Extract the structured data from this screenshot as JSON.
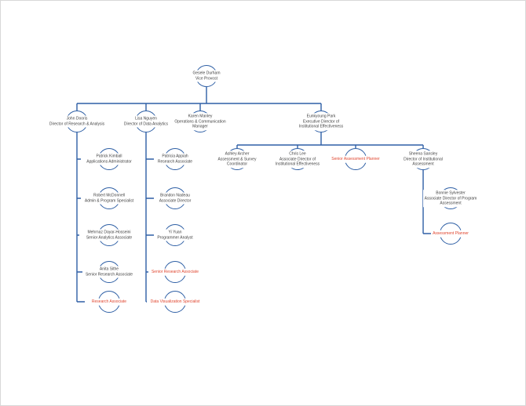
{
  "document": {
    "type_label": "organizational chart",
    "colors": {
      "line_blue": "#2e5fa5",
      "vacant_red": "#e0462f",
      "text": "#3f3f3f"
    }
  },
  "nodes": [
    {
      "id": "root",
      "name": "Gesele Durham",
      "title": "Vice Provost",
      "vacant": false
    },
    {
      "id": "dooris",
      "name": "John Dooris",
      "title": "Director of Research & Analysis",
      "vacant": false
    },
    {
      "id": "nguyen",
      "name": "Lisa Nguyen",
      "title": "Director of Data Analytics",
      "vacant": false
    },
    {
      "id": "manley",
      "name": "Karen Manley",
      "title": "Operations & Communication Manager",
      "vacant": false
    },
    {
      "id": "park",
      "name": "Eunkyoung Park",
      "title": "Executive Director of Institutional Effectiveness",
      "vacant": false
    },
    {
      "id": "kimball",
      "name": "Patrick Kimball",
      "title": "Applications Administrator",
      "vacant": false
    },
    {
      "id": "mcdonnell",
      "name": "Robert McDonnell",
      "title": "Admin & Program Specialist",
      "vacant": false
    },
    {
      "id": "hosseini",
      "name": "Mehrnaz Dayar-Hosseini",
      "title": "Senior Analytics Associate",
      "vacant": false
    },
    {
      "id": "sithe",
      "name": "Anita Sithe",
      "title": "Senior Research Associate",
      "vacant": false
    },
    {
      "id": "vacresearch",
      "name": "",
      "title": "Research Associate",
      "vacant": true
    },
    {
      "id": "appiah",
      "name": "Patricia Appiah",
      "title": "Research Associate",
      "vacant": false
    },
    {
      "id": "nadeau",
      "name": "Brandon Nadeau",
      "title": "Associate Director",
      "vacant": false
    },
    {
      "id": "yuan",
      "name": "Yi Yuan",
      "title": "Programmer Analyst",
      "vacant": false
    },
    {
      "id": "vacsenior",
      "name": "",
      "title": "Senior Research Associate",
      "vacant": true
    },
    {
      "id": "vacdataviz",
      "name": "",
      "title": "Data Visualization Specialist",
      "vacant": true
    },
    {
      "id": "archer",
      "name": "Ashley Archer",
      "title": "Assessment & Survey Coordinator",
      "vacant": false
    },
    {
      "id": "lee",
      "name": "Chris Lee",
      "title": "Associate Director of Institutional Effectiveness",
      "vacant": false
    },
    {
      "id": "vacplanner",
      "name": "",
      "title": "Senior Assessment Planner",
      "vacant": true
    },
    {
      "id": "sansley",
      "name": "Sheena Sansley",
      "title": "Director of Institutional Assessment",
      "vacant": false
    },
    {
      "id": "sylvester",
      "name": "Bonnie Sylvester",
      "title": "Associate Director of Program Assessment",
      "vacant": false
    },
    {
      "id": "vacassess",
      "name": "",
      "title": "Assessment Planner",
      "vacant": true
    }
  ]
}
